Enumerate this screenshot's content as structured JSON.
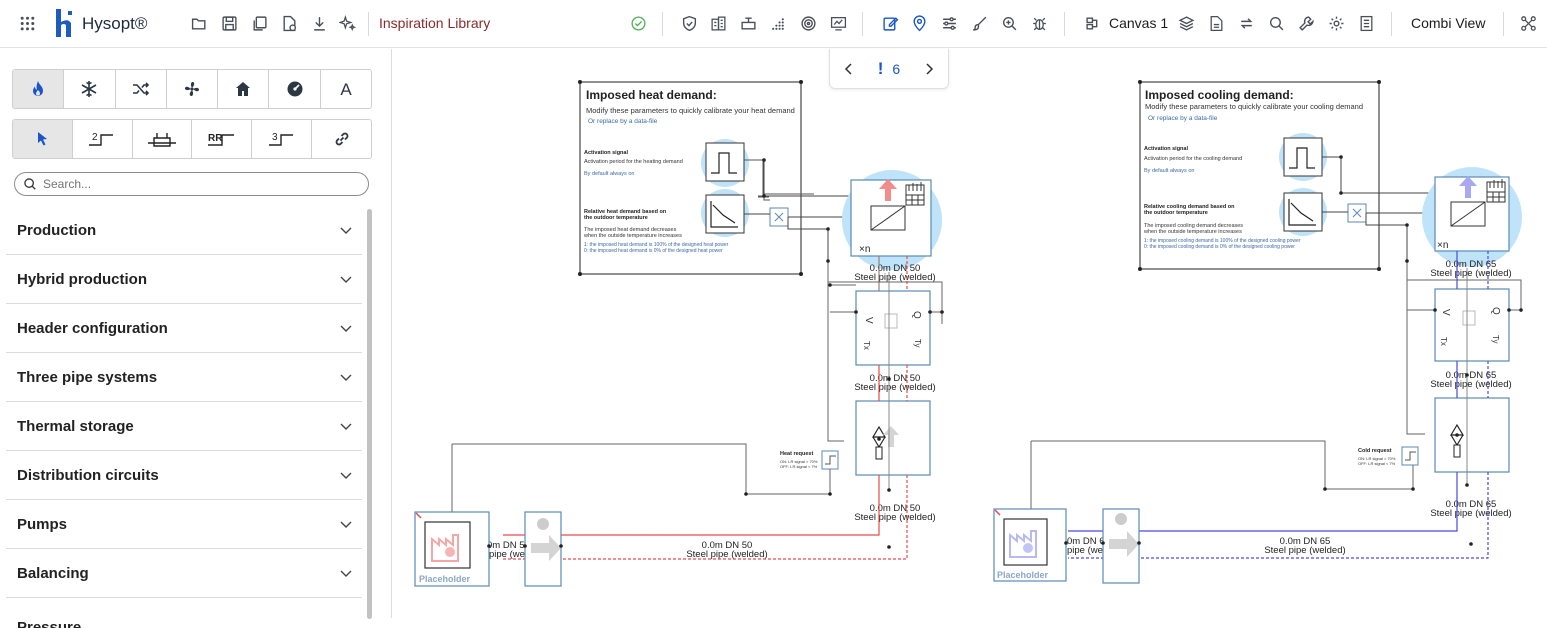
{
  "app": {
    "name": "Hysopt®",
    "library": "Inspiration Library",
    "canvas": "Canvas 1",
    "view": "Combi View"
  },
  "toolbar_icons": [
    "grid-icon",
    "folder-open-icon",
    "save-icon",
    "copy-icon",
    "new-file-icon",
    "download-icon",
    "sparkle-icon",
    "check-circle-icon",
    "shield-icon",
    "building-icon",
    "network-icon",
    "dots-chart-icon",
    "target-icon",
    "monitor-chart-icon",
    "edit-icon",
    "map-pin-icon",
    "sliders-icon",
    "brush-icon",
    "zoom-icon",
    "bug-icon",
    "canvas-icon",
    "layers-icon",
    "document-icon",
    "swap-icon",
    "search-icon",
    "wrench-icon",
    "gear-icon",
    "report-icon",
    "graph-icon"
  ],
  "tabs_row1": [
    {
      "icon": "flame-icon",
      "active": true
    },
    {
      "icon": "snowflake-icon",
      "active": false
    },
    {
      "icon": "shuffle-icon",
      "active": false
    },
    {
      "icon": "fan-icon",
      "active": false
    },
    {
      "icon": "home-icon",
      "active": false
    },
    {
      "icon": "gauge-icon",
      "active": false
    },
    {
      "icon": "text-icon",
      "active": false
    }
  ],
  "tabs_row2": [
    {
      "icon": "pointer-icon",
      "label": "",
      "active": true
    },
    {
      "icon": "two-pipe-icon",
      "label": "2",
      "active": false
    },
    {
      "icon": "header-icon",
      "label": "",
      "active": false
    },
    {
      "icon": "rr-icon",
      "label": "RR",
      "active": false
    },
    {
      "icon": "three-pipe-icon",
      "label": "3",
      "active": false
    },
    {
      "icon": "link-icon",
      "label": "",
      "active": false
    }
  ],
  "search": {
    "placeholder": "Search..."
  },
  "categories": [
    "Production",
    "Hybrid production",
    "Header configuration",
    "Three pipe systems",
    "Thermal storage",
    "Distribution circuits",
    "Pumps",
    "Balancing",
    "Pressure..."
  ],
  "pager": {
    "warn": "!",
    "count": "6"
  },
  "heat": {
    "title": "Imposed heat demand:",
    "subtitle": "Modify these parameters to quickly calibrate your heat demand",
    "subtitle2": "Or replace by a data-file",
    "act_title": "Activation signal",
    "act_desc": "Activation period for the heating demand",
    "act_default": "By default always on",
    "rel_title1": "Relative heat demand based on",
    "rel_title2": "the outdoor temperature",
    "rel_desc1": "The imposed heat demand decreases",
    "rel_desc2": "when the outside temperature increases",
    "rel_note1": "1: the imposed heat demand is 100% of the designed heat power",
    "rel_note2": "0: the imposed heat demand is 0% of the designed heat power",
    "xn": "×n",
    "pipe": "0.0m DN 50",
    "pipe_type": "Steel pipe (welded)",
    "request": "Heat request",
    "request_sub1": "ON: LR signal > 70%",
    "request_sub2": "OFF: LR signal < 7%",
    "placeholder": "Placeholder",
    "pipe_short": "0m DN 5",
    "pipe_short_type": "pipe (wel"
  },
  "cool": {
    "title": "Imposed cooling demand:",
    "subtitle": "Modify these parameters to quickly calibrate your cooling demand",
    "subtitle2": "Or replace by a data-file",
    "act_title": "Activation signal",
    "act_desc": "Activation period for the cooling demand",
    "act_default": "By default always on",
    "rel_title1": "Relative cooling demand based on",
    "rel_title2": "the outdoor temperature",
    "rel_desc1": "The imposed cooling demand decreases",
    "rel_desc2": "when the outside temperature increases",
    "rel_note1": "1: the imposed cooling demand is 100% of the designed cooling power",
    "rel_note2": "0: the imposed cooling demand is 0% of the designed cooling power",
    "xn": "×n",
    "pipe": "0.0m DN 65",
    "pipe_type": "Steel pipe (welded)",
    "request": "Cold request",
    "request_sub1": "ON: LR signal > 70%",
    "request_sub2": "OFF: LR signal < 7%",
    "placeholder": "Placeholder",
    "pipe_short": "0m DN 6",
    "pipe_short_type": "pipe (we"
  },
  "labels": {
    "v": "V",
    "q": "Q",
    "tx": "Tx",
    "ty": "Ty"
  },
  "colors": {
    "heat": "#e84c4c",
    "cool": "#4b4be0",
    "bubble": "#bfe3f8",
    "accent": "#1a55c9"
  }
}
